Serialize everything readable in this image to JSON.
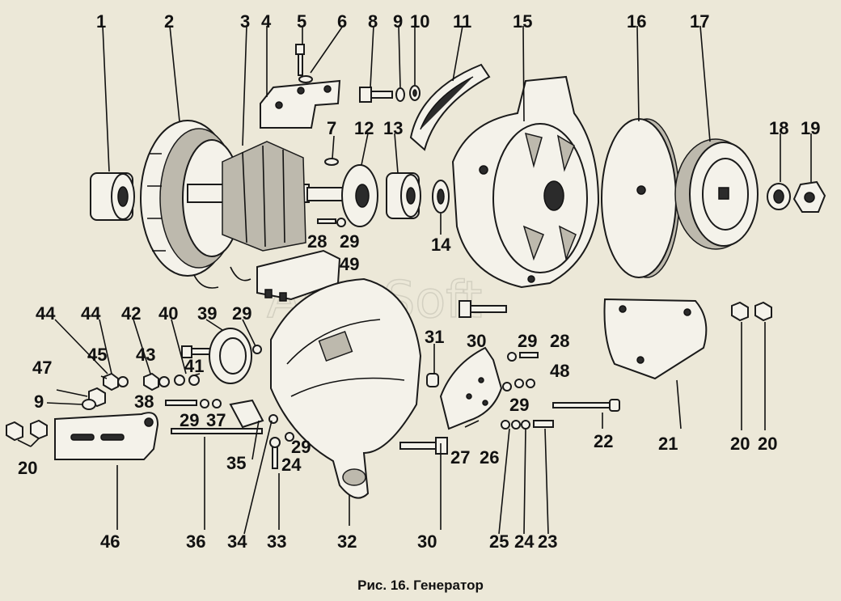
{
  "watermark": "AutoSoft",
  "caption": "Рис. 16. Генератор",
  "labels": [
    "1",
    "2",
    "3",
    "4",
    "5",
    "6",
    "7",
    "8",
    "9",
    "10",
    "11",
    "12",
    "13",
    "14",
    "15",
    "16",
    "17",
    "18",
    "19",
    "20",
    "21",
    "22",
    "23",
    "24",
    "25",
    "26",
    "27",
    "28",
    "29",
    "30",
    "31",
    "32",
    "33",
    "34",
    "35",
    "36",
    "37",
    "38",
    "39",
    "40",
    "41",
    "42",
    "43",
    "44",
    "45",
    "46",
    "47",
    "48",
    "49"
  ]
}
